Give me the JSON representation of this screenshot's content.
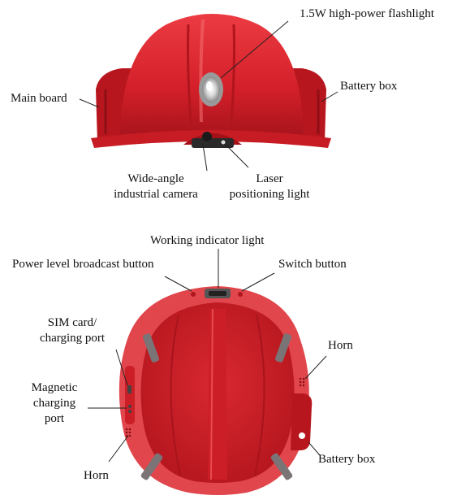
{
  "front_view": {
    "labels": {
      "flashlight": "1.5W high-power flashlight",
      "main_board": "Main board",
      "battery_box": "Battery box",
      "camera_line1": "Wide-angle",
      "camera_line2": "industrial camera",
      "laser_line1": "Laser",
      "laser_line2": "positioning light"
    }
  },
  "bottom_view": {
    "labels": {
      "working_indicator": "Working indicator light",
      "power_button": "Power level broadcast button",
      "switch_button": "Switch button",
      "sim_line1": "SIM card/",
      "sim_line2": "charging port",
      "horn_right": "Horn",
      "magnetic_line1": "Magnetic",
      "magnetic_line2": "charging",
      "magnetic_line3": "port",
      "battery_box": "Battery box",
      "horn_bottom": "Horn"
    }
  },
  "colors": {
    "shell": "#d4202a",
    "shell_dark": "#a8141c",
    "shell_light": "#ef5a5e",
    "inner": "#c41820",
    "pad": "#7a7476",
    "leader": "#222222"
  }
}
